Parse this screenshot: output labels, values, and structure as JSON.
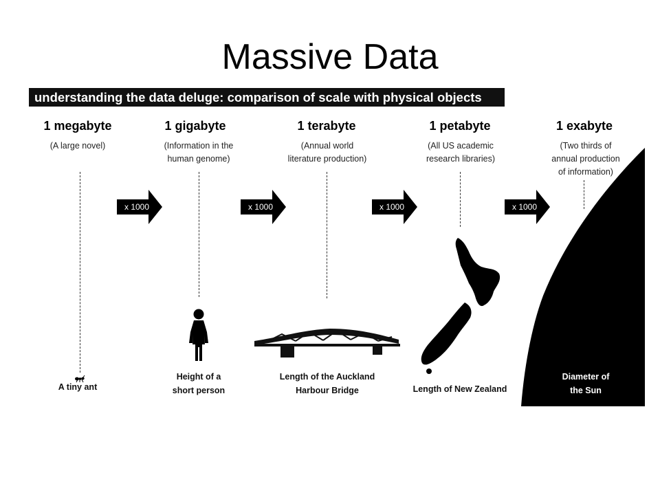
{
  "slide": {
    "title": "Massive Data"
  },
  "banner": {
    "text": "understanding the data deluge: comparison of scale with physical objects"
  },
  "units": [
    {
      "label": "1 megabyte",
      "desc_lines": [
        "(A large novel)"
      ],
      "object_lines": [
        "A tiny ant"
      ]
    },
    {
      "label": "1 gigabyte",
      "desc_lines": [
        "(Information in the",
        "human genome)"
      ],
      "object_lines": [
        "Height of a",
        "short person"
      ]
    },
    {
      "label": "1 terabyte",
      "desc_lines": [
        "(Annual world",
        "literature production)"
      ],
      "object_lines": [
        "Length of the Auckland",
        "Harbour Bridge"
      ]
    },
    {
      "label": "1 petabyte",
      "desc_lines": [
        "(All US academic",
        "research libraries)"
      ],
      "object_lines": [
        "Length of New Zealand"
      ]
    },
    {
      "label": "1 exabyte",
      "desc_lines": [
        "(Two thirds of",
        "annual production",
        "of information)"
      ],
      "object_lines": [
        "Diameter of",
        "the Sun"
      ]
    }
  ],
  "arrows": [
    {
      "label": "x 1000"
    },
    {
      "label": "x 1000"
    },
    {
      "label": "x 1000"
    },
    {
      "label": "x 1000"
    }
  ],
  "icons": {
    "ant": "ant-icon",
    "person": "person-icon",
    "bridge": "bridge-icon",
    "new_zealand": "new-zealand-map-icon",
    "sun": "sun-arc-icon"
  }
}
